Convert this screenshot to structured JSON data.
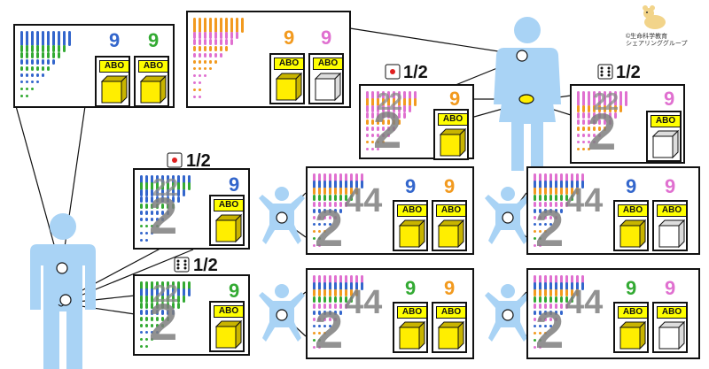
{
  "abo_label": "ABO",
  "chr9_label": "9",
  "chr22_label": "22",
  "chr2_label": "2",
  "chr44_label": "44",
  "probability_label": "1/2",
  "credit": {
    "line1": "©生命科学教育",
    "line2": "シェアリンググループ"
  },
  "colors": {
    "figure": "#a9d3f5",
    "blue": "#3366cc",
    "green": "#33aa33",
    "orange": "#f29a1f",
    "pink": "#e070d0",
    "yellow": "#ffee00",
    "gray_text": "#7f7f7f",
    "outline": "#111111"
  },
  "icons": [
    "father-figure",
    "mother-figure",
    "child-figure",
    "dice-icon",
    "mascot-icon",
    "yellow-cube-icon",
    "white-cube-icon"
  ]
}
